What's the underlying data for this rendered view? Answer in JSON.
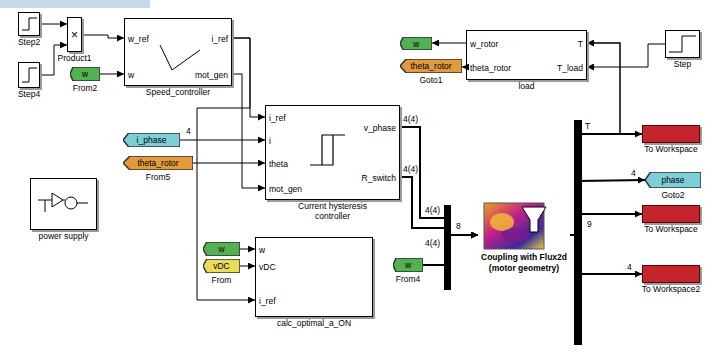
{
  "diagram": {
    "nodes": [
      {
        "text": [
          "Step2"
        ]
      },
      {
        "text": [
          "Step4"
        ]
      },
      {
        "text": [
          "×",
          "Product1"
        ]
      },
      {
        "text": [
          "w",
          "From2"
        ]
      },
      {
        "text": [
          "w_ref",
          "w",
          "i_ref",
          "mot_gen",
          "Speed_controller"
        ]
      },
      {
        "text": [
          "w"
        ]
      },
      {
        "text": [
          "theta_rotor",
          "Goto1"
        ]
      },
      {
        "text": [
          "w_rotor",
          "theta_rotor",
          "T",
          "T_load",
          "load"
        ]
      },
      {
        "text": [
          "Step"
        ]
      },
      {
        "text": [
          "i_phase"
        ]
      },
      {
        "text": [
          "theta_rotor",
          "From5"
        ]
      },
      {
        "text": [
          "i_ref",
          "i",
          "theta",
          "mot_gen",
          "v_phase",
          "R_switch",
          "Current hysteresis controller"
        ]
      },
      {
        "text": [
          "power supply"
        ]
      },
      {
        "text": [
          "w"
        ]
      },
      {
        "text": [
          "vDC",
          "From"
        ]
      },
      {
        "text": [
          "w",
          "vDC",
          "i_ref",
          "calc_optimal_a_ON"
        ]
      },
      {
        "text": [
          "w",
          "From4"
        ]
      },
      {
        "text": [
          "Coupling with Flux2d (motor geometry)"
        ]
      },
      {
        "text": [
          "To Workspace"
        ]
      },
      {
        "text": [
          "phase",
          "Goto2"
        ]
      },
      {
        "text": [
          "To Workspace"
        ]
      },
      {
        "text": [
          "To Workspace2"
        ]
      }
    ],
    "edges": [
      {
        "from": 0,
        "to": 2,
        "arrow": "to"
      },
      {
        "from": 1,
        "to": 2,
        "arrow": "to"
      },
      {
        "from": 2,
        "to": 4,
        "arrow": "to"
      },
      {
        "from": 3,
        "to": 4,
        "arrow": "to"
      },
      {
        "from": 4,
        "to": 11,
        "arrow": "to"
      },
      {
        "from": 4,
        "to": 11,
        "arrow": "to"
      },
      {
        "from": 4,
        "to": 15,
        "arrow": "to"
      },
      {
        "from": 7,
        "to": 5,
        "arrow": "to"
      },
      {
        "from": 7,
        "to": 6,
        "arrow": "to"
      },
      {
        "from": 8,
        "to": 7,
        "arrow": "to"
      },
      {
        "from": 9,
        "to": 11,
        "arrow": "to"
      },
      {
        "from": 10,
        "to": 11,
        "arrow": "to"
      },
      {
        "from": 13,
        "to": 15,
        "arrow": "to"
      },
      {
        "from": 14,
        "to": 15,
        "arrow": "to"
      },
      {
        "from": 11,
        "to": 17,
        "arrow": "to"
      },
      {
        "from": 11,
        "to": 17,
        "arrow": "to"
      },
      {
        "from": 16,
        "to": 17,
        "arrow": "to"
      },
      {
        "from": 17,
        "to": 18,
        "arrow": "to"
      },
      {
        "from": 17,
        "to": 7,
        "arrow": "to"
      },
      {
        "from": 17,
        "to": 19,
        "arrow": "to"
      },
      {
        "from": 17,
        "to": 20,
        "arrow": "to"
      },
      {
        "from": 17,
        "to": 21,
        "arrow": "to"
      }
    ],
    "labels": [
      "4",
      "4(4)",
      "4(4)",
      "4(4)",
      "4(4)",
      "8",
      "9",
      "T",
      "4",
      "4"
    ]
  }
}
